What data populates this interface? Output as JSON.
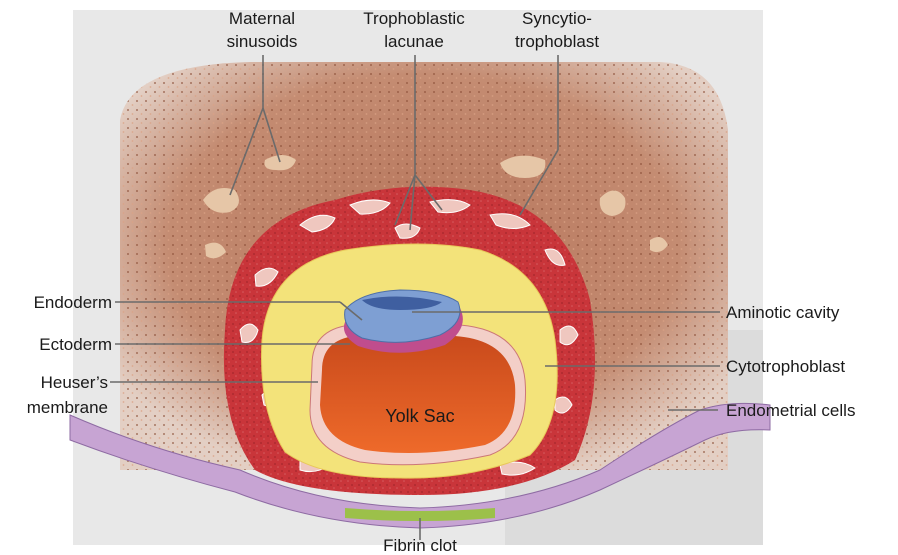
{
  "labels": {
    "maternal_sinusoids": [
      "Maternal",
      "sinusoids"
    ],
    "trophoblastic_lacunae": [
      "Trophoblastic",
      "lacunae"
    ],
    "syncytiotrophoblast": [
      "Syncytio-",
      "trophoblast"
    ],
    "endoderm": "Endoderm",
    "ectoderm": "Ectoderm",
    "heusers_membrane": [
      "Heuser’s",
      "membrane"
    ],
    "aminotic_cavity": "Aminotic cavity",
    "cytotrophoblast": "Cytotrophoblast",
    "endometrial_cells": "Endometrial cells",
    "yolk_sac": "Yolk Sac",
    "fibrin_clot": "Fibrin clot"
  },
  "colors": {
    "background_panel": "#e6e6e6",
    "endometrium_tissue": "#b77a5e",
    "syncytiotrophoblast": "#c9353a",
    "lacunae": "#efc7bf",
    "cytotrophoblast": "#f3e37a",
    "yolk_sac": "#e2561f",
    "amnion": "#7e9fd3",
    "ectoderm": "#c04d8d",
    "epithelium": "#c7a4d3",
    "fibrin_clot": "#9cc04a",
    "leader_lines": "#6b6b6b"
  }
}
